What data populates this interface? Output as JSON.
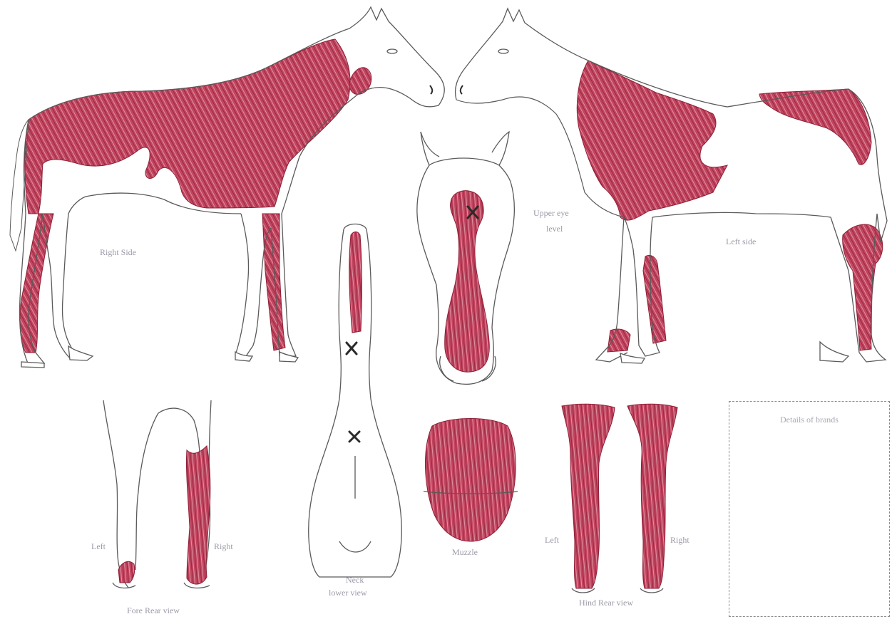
{
  "colors": {
    "ink": "#5a5a5a",
    "red": "#b6304a",
    "redDark": "#8e1f36",
    "label": "#9a9aa8",
    "mark": "#2a2a2a"
  },
  "labels": {
    "right_side": "Right Side",
    "upper_eye_level_1": "Upper eye",
    "upper_eye_level_2": "level",
    "left_side": "Left side",
    "fore_left": "Left",
    "fore_right": "Right",
    "neck_1": "Neck",
    "neck_2": "lower view",
    "muzzle": "Muzzle",
    "hind_left": "Left",
    "hind_right": "Right",
    "fore_rear_view": "Fore Rear view",
    "hind_rear_view": "Hind Rear view",
    "details_title": "Details of brands"
  },
  "marks": {
    "count": 3,
    "symbol": "X"
  }
}
